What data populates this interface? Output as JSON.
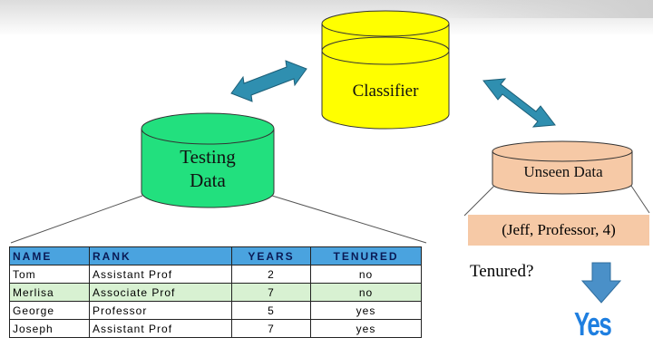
{
  "diagram": {
    "classifier": "Classifier",
    "testing_data": [
      "Testing",
      "Data"
    ],
    "unseen_data": "Unseen Data",
    "new_tuple": "(Jeff, Professor, 4)",
    "question": "Tenured?",
    "answer": "Yes"
  },
  "table": {
    "headers": [
      "NAME",
      "RANK",
      "YEARS",
      "TENURED"
    ],
    "rows": [
      [
        "Tom",
        "Assistant Prof",
        "2",
        "no"
      ],
      [
        "Merlisa",
        "Associate Prof",
        "7",
        "no"
      ],
      [
        "George",
        "Professor",
        "5",
        "yes"
      ],
      [
        "Joseph",
        "Assistant Prof",
        "7",
        "yes"
      ]
    ]
  },
  "colors": {
    "classifier_fill": "#ffff00",
    "testing_fill": "#22e07e",
    "unseen_fill": "#f6c9a6",
    "arrow_fill": "#2f8fb0",
    "header_fill": "#4aa3df",
    "answer_color": "#1f7fe0"
  }
}
